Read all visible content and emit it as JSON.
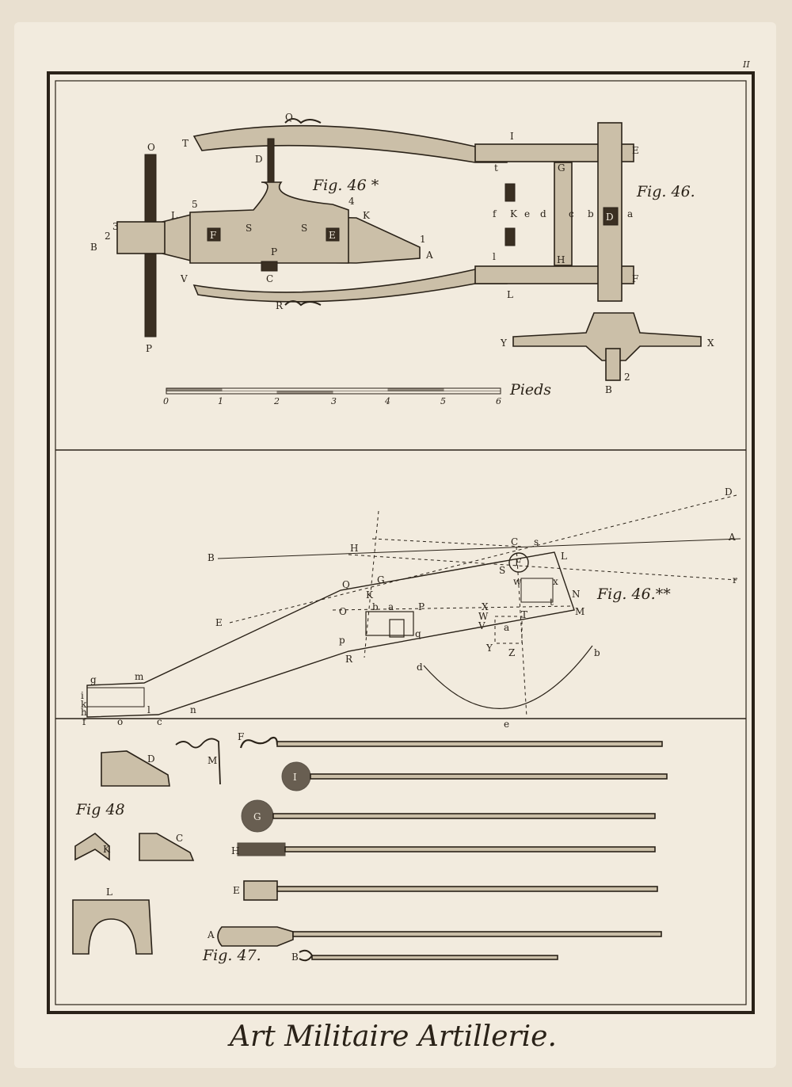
{
  "plate": {
    "number": "II",
    "title": "Art Militaire Artillerie."
  },
  "fig46_star": {
    "caption": "Fig. 46 *",
    "labels": [
      "Q",
      "T",
      "O",
      "D",
      "L",
      "5",
      "4",
      "K",
      "F",
      "S",
      "S",
      "E",
      "B",
      "3",
      "2",
      "1",
      "A",
      "P",
      "C",
      "V",
      "R",
      "P"
    ]
  },
  "fig46": {
    "caption": "Fig. 46.",
    "labels": [
      "I",
      "E",
      "t",
      "G",
      "f",
      "K",
      "e",
      "d",
      "c",
      "b",
      "D",
      "a",
      "l",
      "L",
      "H",
      "F",
      "Y",
      "X",
      "B",
      "2"
    ]
  },
  "scale": {
    "unit": "Pieds",
    "ticks": [
      "0",
      "1",
      "2",
      "3",
      "4",
      "5",
      "6"
    ]
  },
  "fig46_2star": {
    "caption": "Fig. 46.**",
    "labels": [
      "D",
      "A",
      "C",
      "s",
      "H",
      "B",
      "F",
      "L",
      "S",
      "G",
      "r",
      "Q",
      "K",
      "w",
      "x",
      "N",
      "E",
      "M",
      "O",
      "b",
      "a",
      "P",
      "X",
      "T",
      "t",
      "W",
      "V",
      "a",
      "p",
      "q",
      "Y",
      "Z",
      "R",
      "d",
      "b",
      "g",
      "m",
      "i",
      "k",
      "h",
      "l",
      "f",
      "o",
      "c",
      "n",
      "e"
    ]
  },
  "fig48": {
    "caption": "Fig 48",
    "labels": [
      "D",
      "K",
      "C",
      "L"
    ]
  },
  "fig47": {
    "caption": "Fig. 47.",
    "labels": [
      "M",
      "F",
      "I",
      "G",
      "H",
      "E",
      "A",
      "B"
    ]
  }
}
